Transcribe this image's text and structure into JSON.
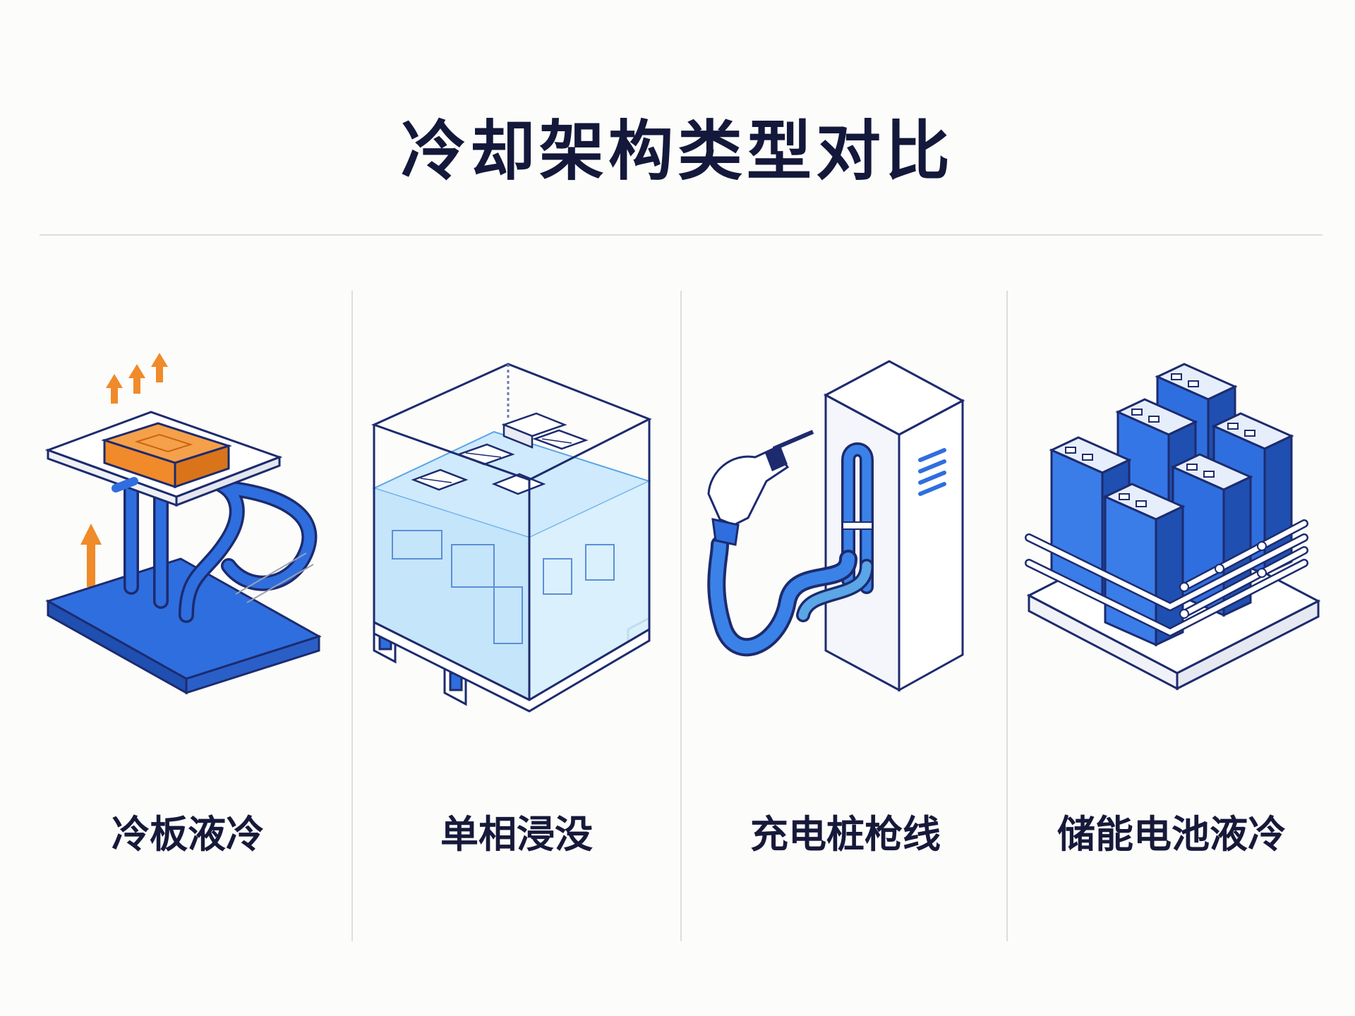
{
  "title": "冷却架构类型对比",
  "panels": [
    {
      "label": "冷板液冷",
      "icon": "cold-plate-icon"
    },
    {
      "label": "单相浸没",
      "icon": "immersion-tank-icon"
    },
    {
      "label": "充电桩枪线",
      "icon": "charging-pile-icon"
    },
    {
      "label": "储能电池液冷",
      "icon": "battery-pack-icon"
    }
  ],
  "colors": {
    "title": "#14183a",
    "outline": "#1d2b6e",
    "blue": "#2f6ede",
    "light_blue": "#bfe2fb",
    "orange": "#f08a2a",
    "divider": "#dcdde2"
  }
}
